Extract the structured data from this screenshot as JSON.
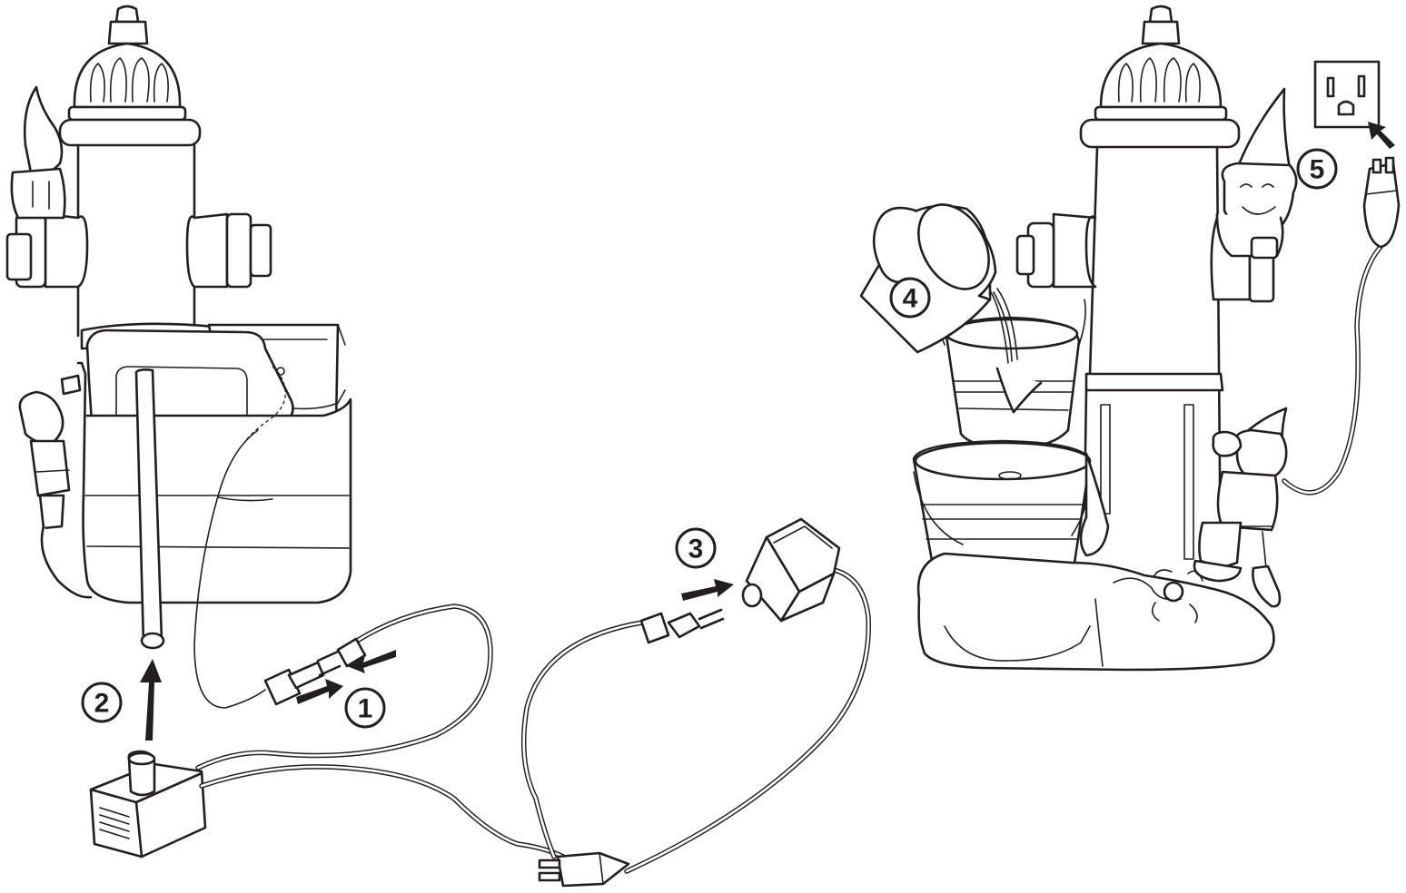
{
  "diagram": {
    "steps": [
      {
        "label": "1"
      },
      {
        "label": "2"
      },
      {
        "label": "3"
      },
      {
        "label": "4"
      },
      {
        "label": "5"
      }
    ]
  },
  "colors": {
    "ink": "#231f20",
    "paper": "#ffffff"
  },
  "icons": [
    "fire-hydrant-fountain-icon",
    "water-pump-icon",
    "power-adapter-icon",
    "plug-icon",
    "wall-outlet-icon",
    "water-pitcher-icon",
    "gnome-figure-icon"
  ]
}
